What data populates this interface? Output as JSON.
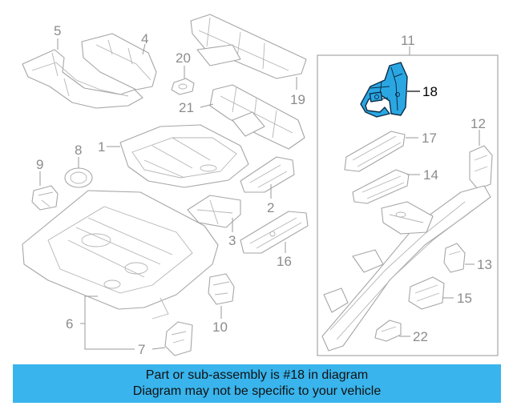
{
  "callouts": {
    "c1": "1",
    "c2": "2",
    "c3": "3",
    "c4": "4",
    "c5": "5",
    "c6": "6",
    "c7": "7",
    "c8": "8",
    "c9": "9",
    "c10": "10",
    "c11": "11",
    "c12": "12",
    "c13": "13",
    "c14": "14",
    "c15": "15",
    "c16": "16",
    "c17": "17",
    "c18": "18",
    "c19": "19",
    "c20": "20",
    "c21": "21",
    "c22": "22"
  },
  "highlight": {
    "part": "18",
    "color": "#2aa7e3"
  },
  "banner": {
    "line1": "Part or sub-assembly is #18 in diagram",
    "line2": "Diagram may not be specific to your vehicle",
    "color": "#39b4ec"
  }
}
